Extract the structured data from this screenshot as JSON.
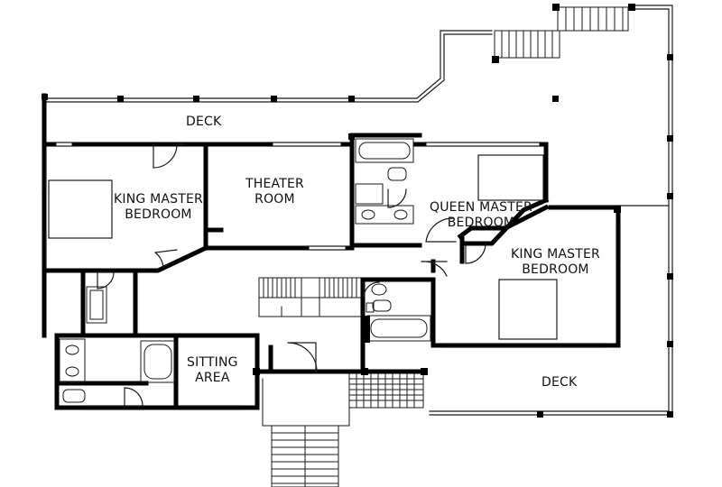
{
  "plan": {
    "rooms": {
      "deck_north": {
        "line1": "DECK"
      },
      "king_master_west": {
        "line1": "KING MASTER",
        "line2": "BEDROOM"
      },
      "theater_room": {
        "line1": "THEATER",
        "line2": "ROOM"
      },
      "queen_master": {
        "line1": "QUEEN MASTER",
        "line2": "BEDROOM"
      },
      "king_master_east": {
        "line1": "KING MASTER",
        "line2": "BEDROOM"
      },
      "sitting_area": {
        "line1": "SITTING",
        "line2": "AREA"
      },
      "deck_south": {
        "line1": "DECK"
      }
    },
    "colors": {
      "wall": "#000000",
      "line": "#1a1a1a",
      "background": "#ffffff"
    }
  }
}
